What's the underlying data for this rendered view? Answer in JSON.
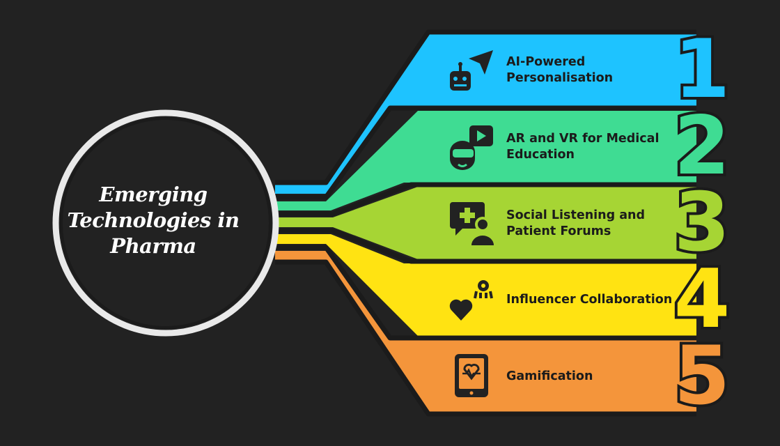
{
  "center": {
    "title": "Emerging Technologies in Pharma"
  },
  "items": [
    {
      "number": "1",
      "label": "AI-Powered Personalisation",
      "icon": "robot-navigation-icon",
      "color": "#1ec3ff"
    },
    {
      "number": "2",
      "label": "AR and VR for Medical Education",
      "icon": "vr-headset-video-icon",
      "color": "#3fdc93"
    },
    {
      "number": "3",
      "label": "Social Listening and Patient Forums",
      "icon": "medical-chat-user-icon",
      "color": "#a6d534"
    },
    {
      "number": "4",
      "label": "Influencer Collaboration",
      "icon": "heart-influencer-icon",
      "color": "#ffe312"
    },
    {
      "number": "5",
      "label": "Gamification",
      "icon": "tablet-heartbeat-icon",
      "color": "#f4953b"
    }
  ],
  "colors": {
    "background": "#222222",
    "outline": "#1b1b1b",
    "ring": "#e9e9e9"
  }
}
